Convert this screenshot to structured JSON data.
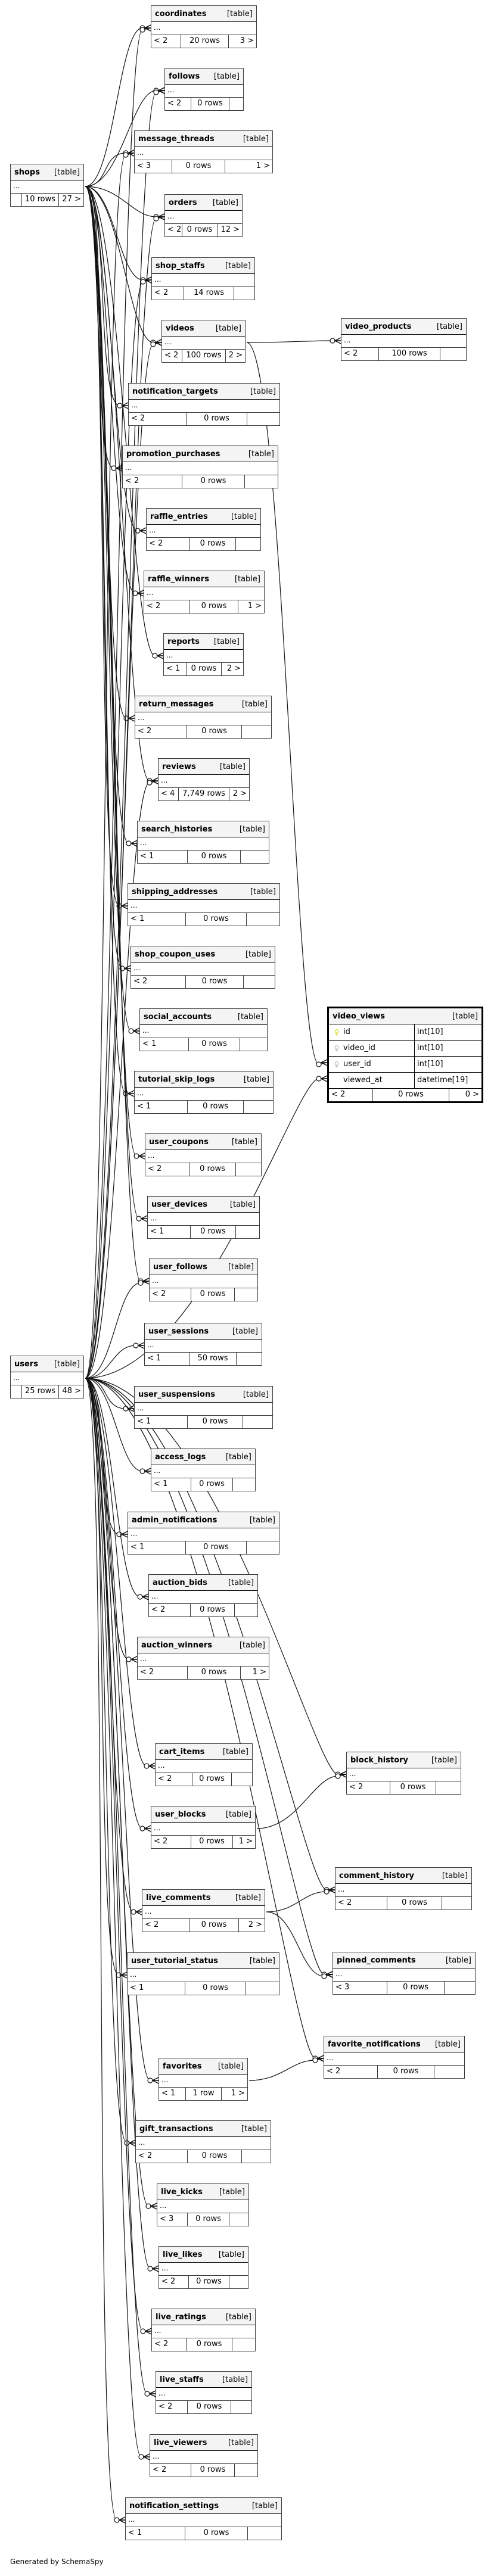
{
  "diagram": {
    "type_label": "[table]",
    "ellipsis": "...",
    "generator_note": "Generated by SchemaSpy",
    "colors": {
      "primary_key": "#d4d400",
      "foreign_key": "#b4b4b4",
      "header_bg": "#f4f4f4",
      "border": "#3c3c3c"
    }
  },
  "tables": [
    {
      "id": "coordinates",
      "name": "coordinates",
      "parents": "< 2",
      "rows": "20 rows",
      "children": "3 >"
    },
    {
      "id": "follows",
      "name": "follows",
      "parents": "< 2",
      "rows": "0 rows",
      "children": ""
    },
    {
      "id": "message_threads",
      "name": "message_threads",
      "parents": "< 3",
      "rows": "0 rows",
      "children": "1 >"
    },
    {
      "id": "shops",
      "name": "shops",
      "parents": "",
      "rows": "10 rows",
      "children": "27 >"
    },
    {
      "id": "orders",
      "name": "orders",
      "parents": "< 2",
      "rows": "0 rows",
      "children": "12 >"
    },
    {
      "id": "shop_staffs",
      "name": "shop_staffs",
      "parents": "< 2",
      "rows": "14 rows",
      "children": ""
    },
    {
      "id": "videos",
      "name": "videos",
      "parents": "< 2",
      "rows": "100 rows",
      "children": "2 >"
    },
    {
      "id": "video_products",
      "name": "video_products",
      "parents": "< 2",
      "rows": "100 rows",
      "children": ""
    },
    {
      "id": "notification_targets",
      "name": "notification_targets",
      "parents": "< 2",
      "rows": "0 rows",
      "children": ""
    },
    {
      "id": "promotion_purchases",
      "name": "promotion_purchases",
      "parents": "< 2",
      "rows": "0 rows",
      "children": ""
    },
    {
      "id": "raffle_entries",
      "name": "raffle_entries",
      "parents": "< 2",
      "rows": "0 rows",
      "children": ""
    },
    {
      "id": "raffle_winners",
      "name": "raffle_winners",
      "parents": "< 2",
      "rows": "0 rows",
      "children": "1 >"
    },
    {
      "id": "reports",
      "name": "reports",
      "parents": "< 1",
      "rows": "0 rows",
      "children": "2 >"
    },
    {
      "id": "return_messages",
      "name": "return_messages",
      "parents": "< 2",
      "rows": "0 rows",
      "children": ""
    },
    {
      "id": "reviews",
      "name": "reviews",
      "parents": "< 4",
      "rows": "7,749 rows",
      "children": "2 >"
    },
    {
      "id": "search_histories",
      "name": "search_histories",
      "parents": "< 1",
      "rows": "0 rows",
      "children": ""
    },
    {
      "id": "shipping_addresses",
      "name": "shipping_addresses",
      "parents": "< 1",
      "rows": "0 rows",
      "children": ""
    },
    {
      "id": "shop_coupon_uses",
      "name": "shop_coupon_uses",
      "parents": "< 2",
      "rows": "0 rows",
      "children": ""
    },
    {
      "id": "social_accounts",
      "name": "social_accounts",
      "parents": "< 1",
      "rows": "0 rows",
      "children": ""
    },
    {
      "id": "tutorial_skip_logs",
      "name": "tutorial_skip_logs",
      "parents": "< 1",
      "rows": "0 rows",
      "children": ""
    },
    {
      "id": "user_coupons",
      "name": "user_coupons",
      "parents": "< 2",
      "rows": "0 rows",
      "children": ""
    },
    {
      "id": "user_devices",
      "name": "user_devices",
      "parents": "< 1",
      "rows": "0 rows",
      "children": ""
    },
    {
      "id": "user_follows",
      "name": "user_follows",
      "parents": "< 2",
      "rows": "0 rows",
      "children": ""
    },
    {
      "id": "user_sessions",
      "name": "user_sessions",
      "parents": "< 1",
      "rows": "50 rows",
      "children": ""
    },
    {
      "id": "users",
      "name": "users",
      "parents": "",
      "rows": "25 rows",
      "children": "48 >"
    },
    {
      "id": "user_suspensions",
      "name": "user_suspensions",
      "parents": "< 1",
      "rows": "0 rows",
      "children": ""
    },
    {
      "id": "access_logs",
      "name": "access_logs",
      "parents": "< 1",
      "rows": "0 rows",
      "children": ""
    },
    {
      "id": "admin_notifications",
      "name": "admin_notifications",
      "parents": "< 1",
      "rows": "0 rows",
      "children": ""
    },
    {
      "id": "auction_bids",
      "name": "auction_bids",
      "parents": "< 2",
      "rows": "0 rows",
      "children": ""
    },
    {
      "id": "auction_winners",
      "name": "auction_winners",
      "parents": "< 2",
      "rows": "0 rows",
      "children": "1 >"
    },
    {
      "id": "cart_items",
      "name": "cart_items",
      "parents": "< 2",
      "rows": "0 rows",
      "children": ""
    },
    {
      "id": "block_history",
      "name": "block_history",
      "parents": "< 2",
      "rows": "0 rows",
      "children": ""
    },
    {
      "id": "user_blocks",
      "name": "user_blocks",
      "parents": "< 2",
      "rows": "0 rows",
      "children": "1 >"
    },
    {
      "id": "comment_history",
      "name": "comment_history",
      "parents": "< 2",
      "rows": "0 rows",
      "children": ""
    },
    {
      "id": "live_comments",
      "name": "live_comments",
      "parents": "< 2",
      "rows": "0 rows",
      "children": "2 >"
    },
    {
      "id": "pinned_comments",
      "name": "pinned_comments",
      "parents": "< 3",
      "rows": "0 rows",
      "children": ""
    },
    {
      "id": "user_tutorial_status",
      "name": "user_tutorial_status",
      "parents": "< 1",
      "rows": "0 rows",
      "children": ""
    },
    {
      "id": "favorite_notifications",
      "name": "favorite_notifications",
      "parents": "< 2",
      "rows": "0 rows",
      "children": ""
    },
    {
      "id": "favorites",
      "name": "favorites",
      "parents": "< 1",
      "rows": "1 row",
      "children": "1 >"
    },
    {
      "id": "gift_transactions",
      "name": "gift_transactions",
      "parents": "< 2",
      "rows": "0 rows",
      "children": ""
    },
    {
      "id": "live_kicks",
      "name": "live_kicks",
      "parents": "< 3",
      "rows": "0 rows",
      "children": ""
    },
    {
      "id": "live_likes",
      "name": "live_likes",
      "parents": "< 2",
      "rows": "0 rows",
      "children": ""
    },
    {
      "id": "live_ratings",
      "name": "live_ratings",
      "parents": "< 2",
      "rows": "0 rows",
      "children": ""
    },
    {
      "id": "live_staffs",
      "name": "live_staffs",
      "parents": "< 2",
      "rows": "0 rows",
      "children": ""
    },
    {
      "id": "live_viewers",
      "name": "live_viewers",
      "parents": "< 2",
      "rows": "0 rows",
      "children": ""
    },
    {
      "id": "notification_settings",
      "name": "notification_settings",
      "parents": "< 1",
      "rows": "0 rows",
      "children": ""
    }
  ],
  "focus_table": {
    "id": "video_views",
    "name": "video_views",
    "columns": [
      {
        "name": "id",
        "type": "int[10]",
        "key": "primary"
      },
      {
        "name": "video_id",
        "type": "int[10]",
        "key": "foreign"
      },
      {
        "name": "user_id",
        "type": "int[10]",
        "key": "foreign"
      },
      {
        "name": "viewed_at",
        "type": "datetime[19]",
        "key": ""
      }
    ],
    "parents": "< 2",
    "rows": "0 rows",
    "children": "0 >"
  },
  "relationships": [
    [
      "shops",
      "coordinates"
    ],
    [
      "shops",
      "follows"
    ],
    [
      "shops",
      "message_threads"
    ],
    [
      "shops",
      "orders"
    ],
    [
      "shops",
      "shop_staffs"
    ],
    [
      "shops",
      "videos"
    ],
    [
      "shops",
      "notification_targets"
    ],
    [
      "shops",
      "promotion_purchases"
    ],
    [
      "shops",
      "raffle_entries"
    ],
    [
      "shops",
      "raffle_winners"
    ],
    [
      "shops",
      "reports"
    ],
    [
      "shops",
      "return_messages"
    ],
    [
      "shops",
      "reviews"
    ],
    [
      "shops",
      "search_histories"
    ],
    [
      "shops",
      "shipping_addresses"
    ],
    [
      "shops",
      "shop_coupon_uses"
    ],
    [
      "shops",
      "social_accounts"
    ],
    [
      "shops",
      "tutorial_skip_logs"
    ],
    [
      "shops",
      "user_coupons"
    ],
    [
      "shops",
      "user_devices"
    ],
    [
      "shops",
      "user_follows"
    ],
    [
      "users",
      "coordinates"
    ],
    [
      "users",
      "follows"
    ],
    [
      "users",
      "message_threads"
    ],
    [
      "users",
      "orders"
    ],
    [
      "users",
      "shop_staffs"
    ],
    [
      "users",
      "videos"
    ],
    [
      "users",
      "reviews"
    ],
    [
      "users",
      "user_follows"
    ],
    [
      "users",
      "user_sessions"
    ],
    [
      "users",
      "user_suspensions"
    ],
    [
      "users",
      "access_logs"
    ],
    [
      "users",
      "admin_notifications"
    ],
    [
      "users",
      "auction_bids"
    ],
    [
      "users",
      "auction_winners"
    ],
    [
      "users",
      "cart_items"
    ],
    [
      "users",
      "user_blocks"
    ],
    [
      "users",
      "block_history"
    ],
    [
      "users",
      "comment_history"
    ],
    [
      "users",
      "live_comments"
    ],
    [
      "users",
      "pinned_comments"
    ],
    [
      "users",
      "user_tutorial_status"
    ],
    [
      "users",
      "favorite_notifications"
    ],
    [
      "users",
      "favorites"
    ],
    [
      "users",
      "gift_transactions"
    ],
    [
      "users",
      "live_kicks"
    ],
    [
      "users",
      "live_likes"
    ],
    [
      "users",
      "live_ratings"
    ],
    [
      "users",
      "live_staffs"
    ],
    [
      "users",
      "live_viewers"
    ],
    [
      "users",
      "notification_settings"
    ],
    [
      "users",
      "video_views"
    ],
    [
      "videos",
      "video_products"
    ],
    [
      "videos",
      "video_views"
    ],
    [
      "user_blocks",
      "block_history"
    ],
    [
      "live_comments",
      "comment_history"
    ],
    [
      "live_comments",
      "pinned_comments"
    ],
    [
      "favorites",
      "favorite_notifications"
    ]
  ]
}
